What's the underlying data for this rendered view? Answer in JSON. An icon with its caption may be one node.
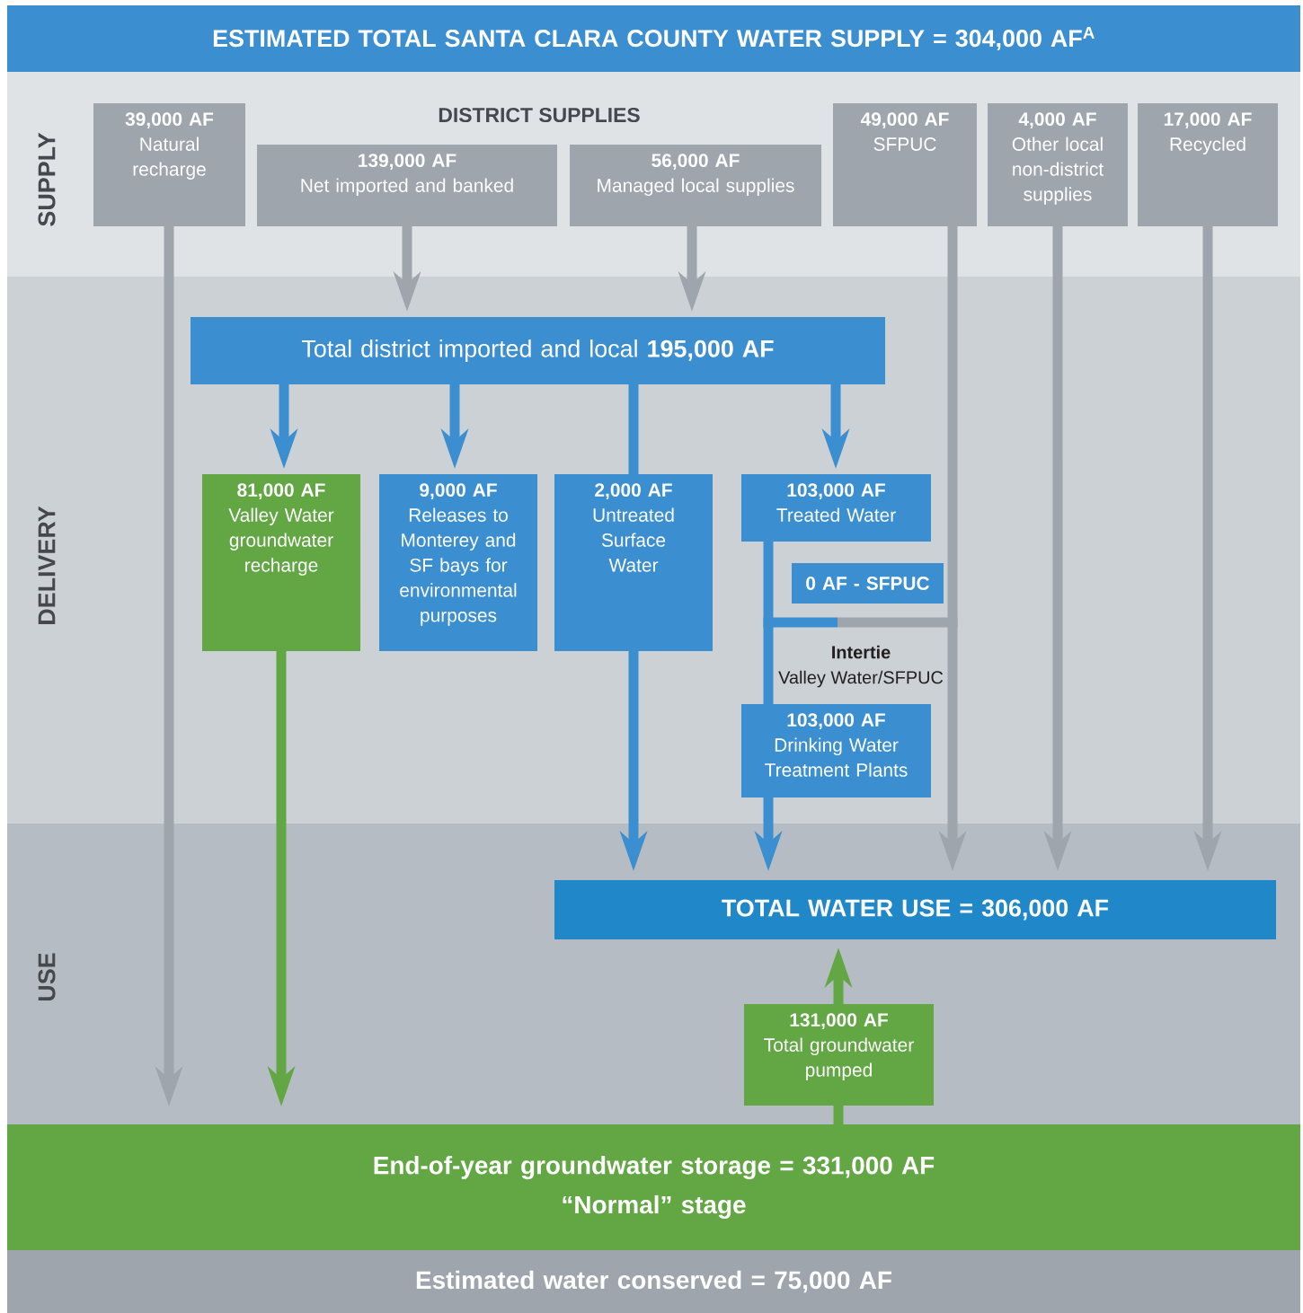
{
  "diagram": {
    "nodes": [
      {
        "text": [
          "ESTIMATED TOTAL SANTA CLARA COUNTY WATER SUPPLY = 304,000 AF$^{A}$"
        ]
      },
      {
        "text": [
          "39,000 AF",
          "Natural recharge"
        ]
      },
      {
        "text": [
          "139,000 AF",
          "Net imported and banked"
        ]
      },
      {
        "text": [
          "56,000 AF",
          "Managed local supplies"
        ]
      },
      {
        "text": [
          "49,000 AF",
          "SFPUC"
        ]
      },
      {
        "text": [
          "4,000 AF",
          "Other local non-district supplies"
        ]
      },
      {
        "text": [
          "17,000 AF",
          "Recycled"
        ]
      },
      {
        "text": [
          "Total district imported and local **195,000 AF**"
        ]
      },
      {
        "text": [
          "81,000 AF",
          "Valley Water groundwater recharge"
        ]
      },
      {
        "text": [
          "9,000 AF",
          "Releases to Monterey and SF bays for environmental purposes"
        ]
      },
      {
        "text": [
          "2,000 AF",
          "Untreated Surface Water"
        ]
      },
      {
        "text": [
          "103,000 AF",
          "Treated Water"
        ]
      },
      {
        "text": [
          "0 AF - SFPUC"
        ]
      },
      {
        "text": [
          "103,000 AF",
          "Drinking Water Treatment Plants"
        ]
      },
      {
        "text": [
          "TOTAL WATER USE = 306,000 AF"
        ]
      },
      {
        "text": [
          "131,000 AF",
          "Total groundwater pumped"
        ]
      },
      {
        "text": [
          "End-of-year groundwater storage = 331,000 AF",
          "“Normal” stage"
        ]
      },
      {
        "text": [
          "Estimated water conserved = 75,000 AF"
        ]
      }
    ],
    "edges": [
      {
        "from": 1,
        "to": 16,
        "arrow": "to",
        "color": "#9ea5ac"
      },
      {
        "from": 2,
        "to": 7,
        "arrow": "to",
        "color": "#9ea5ac"
      },
      {
        "from": 3,
        "to": 7,
        "arrow": "to",
        "color": "#9ea5ac"
      },
      {
        "from": 4,
        "to": 14,
        "arrow": "to",
        "color": "#9ea5ac"
      },
      {
        "from": 5,
        "to": 14,
        "arrow": "to",
        "color": "#9ea5ac"
      },
      {
        "from": 6,
        "to": 14,
        "arrow": "to",
        "color": "#9ea5ac"
      },
      {
        "from": 7,
        "to": 8,
        "arrow": "to"
      },
      {
        "from": 7,
        "to": 9,
        "arrow": "to"
      },
      {
        "from": 7,
        "to": 10,
        "arrow": "none"
      },
      {
        "from": 7,
        "to": 11,
        "arrow": "to"
      },
      {
        "from": 8,
        "to": 16,
        "arrow": "to",
        "color": "#62a744"
      },
      {
        "from": 10,
        "to": 14,
        "arrow": "to"
      },
      {
        "from": 11,
        "to": 13,
        "arrow": "none"
      },
      {
        "from": 13,
        "to": 14,
        "arrow": "to"
      },
      {
        "from": 16,
        "to": 15,
        "arrow": "none",
        "color": "#62a744"
      },
      {
        "from": 15,
        "to": 14,
        "arrow": "to",
        "color": "#62a744"
      }
    ],
    "labels": [
      "SUPPLY",
      "DISTRICT SUPPLIES",
      "DELIVERY",
      "Intertie",
      "Valley Water/SFPUC",
      "USE"
    ]
  }
}
